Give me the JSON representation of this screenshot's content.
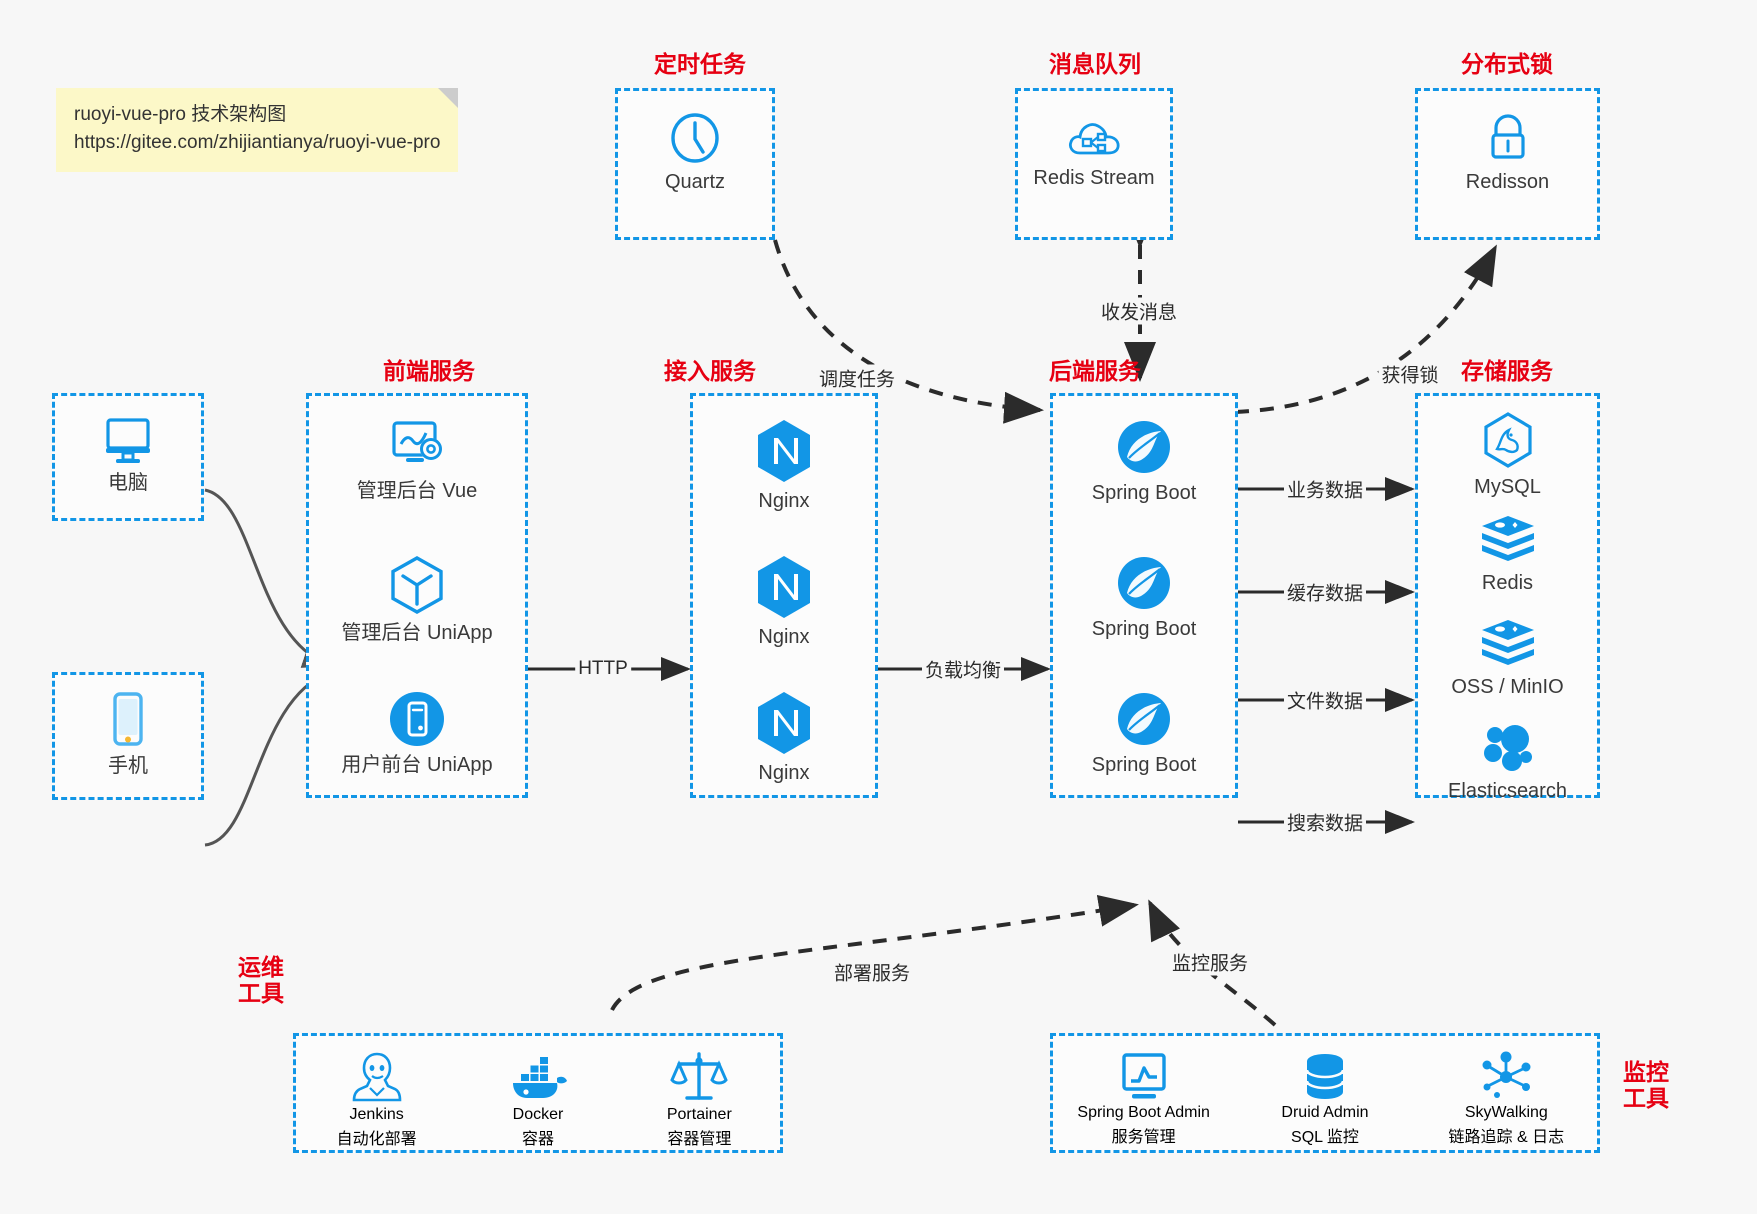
{
  "note": {
    "line1": "ruoyi-vue-pro 技术架构图",
    "line2": "https://gitee.com/zhijiantianya/ruoyi-vue-pro"
  },
  "colors": {
    "accent_blue": "#1296e6",
    "title_red": "#e60012",
    "note_yellow": "#fcf8c8",
    "background": "#f7f7f7",
    "edge_gray": "#4a4a4a"
  },
  "groups": {
    "scheduled_task": {
      "title": "定时任务"
    },
    "message_queue": {
      "title": "消息队列"
    },
    "distributed_lock": {
      "title": "分布式锁"
    },
    "frontend": {
      "title": "前端服务"
    },
    "gateway": {
      "title": "接入服务"
    },
    "backend": {
      "title": "后端服务"
    },
    "storage": {
      "title": "存储服务"
    },
    "devops": {
      "title": "运维\n工具",
      "line1": "运维",
      "line2": "工具"
    },
    "monitor": {
      "title": "监控\n工具",
      "line1": "监控",
      "line2": "工具"
    }
  },
  "clients": [
    {
      "label": "电脑",
      "icon": "desktop-computer-icon"
    },
    {
      "label": "手机",
      "icon": "mobile-phone-icon"
    }
  ],
  "scheduled_task_items": [
    {
      "label": "Quartz",
      "icon": "clock-icon"
    }
  ],
  "message_queue_items": [
    {
      "label": "Redis Stream",
      "icon": "cloud-stream-icon"
    }
  ],
  "distributed_lock_items": [
    {
      "label": "Redisson",
      "icon": "padlock-icon"
    }
  ],
  "frontend_items": [
    {
      "label": "管理后台 Vue",
      "icon": "dashboard-settings-icon"
    },
    {
      "label": "管理后台 UniApp",
      "icon": "cube-icon"
    },
    {
      "label": "用户前台 UniApp",
      "icon": "mobile-app-icon"
    }
  ],
  "gateway_items": [
    {
      "label": "Nginx",
      "icon": "nginx-icon"
    },
    {
      "label": "Nginx",
      "icon": "nginx-icon"
    },
    {
      "label": "Nginx",
      "icon": "nginx-icon"
    }
  ],
  "backend_items": [
    {
      "label": "Spring Boot",
      "icon": "spring-boot-icon"
    },
    {
      "label": "Spring Boot",
      "icon": "spring-boot-icon"
    },
    {
      "label": "Spring Boot",
      "icon": "spring-boot-icon"
    }
  ],
  "storage_items": [
    {
      "label": "MySQL",
      "icon": "mysql-icon"
    },
    {
      "label": "Redis",
      "icon": "redis-icon"
    },
    {
      "label": "OSS / MinIO",
      "icon": "redis-icon"
    },
    {
      "label": "Elasticsearch",
      "icon": "elasticsearch-icon"
    }
  ],
  "devops_items": [
    {
      "name": "Jenkins",
      "desc": "自动化部署",
      "icon": "jenkins-icon"
    },
    {
      "name": "Docker",
      "desc": "容器",
      "icon": "docker-icon"
    },
    {
      "name": "Portainer",
      "desc": "容器管理",
      "icon": "scales-icon"
    }
  ],
  "monitor_items": [
    {
      "name": "Spring Boot Admin",
      "desc": "服务管理",
      "icon": "monitor-chart-icon"
    },
    {
      "name": "Druid Admin",
      "desc": "SQL 监控",
      "icon": "database-icon"
    },
    {
      "name": "SkyWalking",
      "desc": "链路追踪 & 日志",
      "icon": "skywalking-icon"
    }
  ],
  "edge_labels": {
    "http": "HTTP",
    "load_balance": "负载均衡",
    "schedule_task": "调度任务",
    "send_receive_message": "收发消息",
    "acquire_lock": "获得锁",
    "business_data": "业务数据",
    "cache_data": "缓存数据",
    "file_data": "文件数据",
    "search_data": "搜索数据",
    "deploy_service": "部署服务",
    "monitor_service": "监控服务"
  }
}
